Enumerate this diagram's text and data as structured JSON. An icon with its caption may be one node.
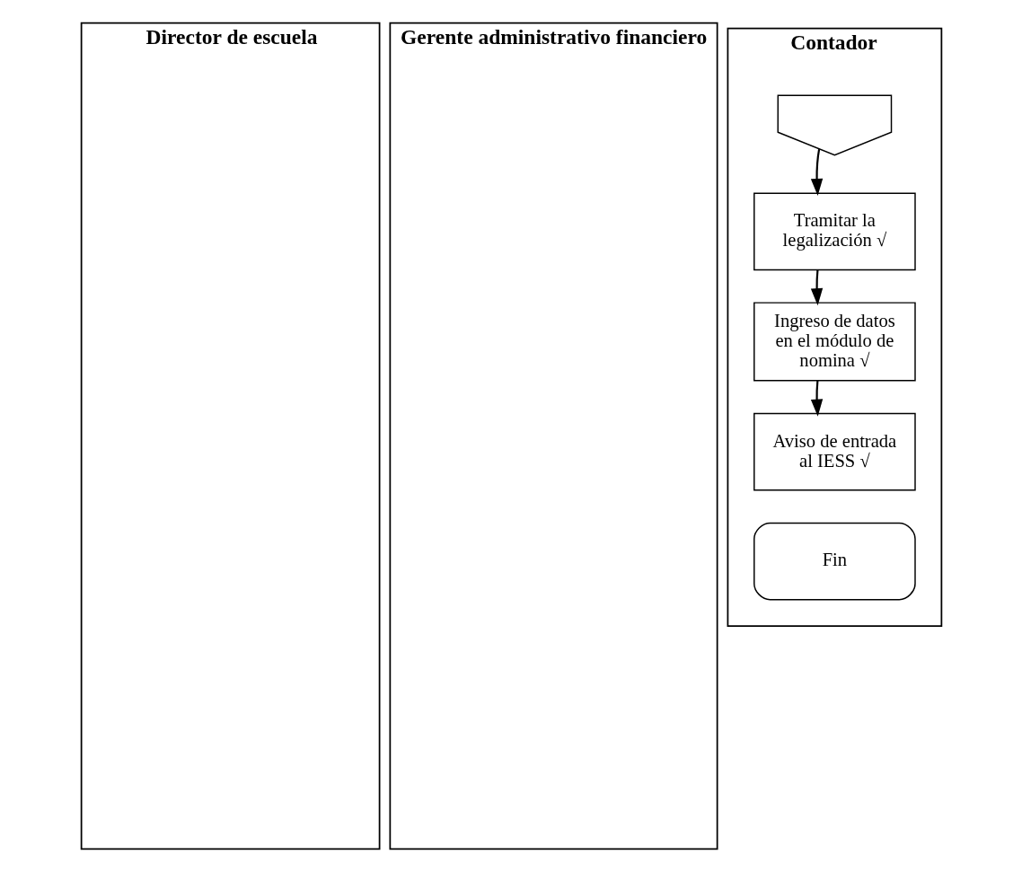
{
  "diagram": {
    "nodes": [
      {
        "text": [
          "Director de escuela"
        ]
      },
      {
        "text": [
          "Gerente administrativo financiero"
        ]
      },
      {
        "text": [
          "Contador"
        ]
      },
      {
        "text": [],
        "shape": "pentagon",
        "in": 2
      },
      {
        "text": [
          "Tramitar la legalización √"
        ],
        "in": 2
      },
      {
        "text": [
          "Ingreso de datos en el módulo de nomina √"
        ],
        "in": 2
      },
      {
        "text": [
          "Aviso de entrada al IESS √"
        ],
        "in": 2
      },
      {
        "text": [
          "Fin"
        ],
        "in": 2
      }
    ],
    "edges": [
      {
        "from": 3,
        "to": 4,
        "arrow": "to"
      },
      {
        "from": 4,
        "to": 5,
        "arrow": "to"
      },
      {
        "from": 5,
        "to": 6,
        "arrow": "to"
      }
    ]
  }
}
